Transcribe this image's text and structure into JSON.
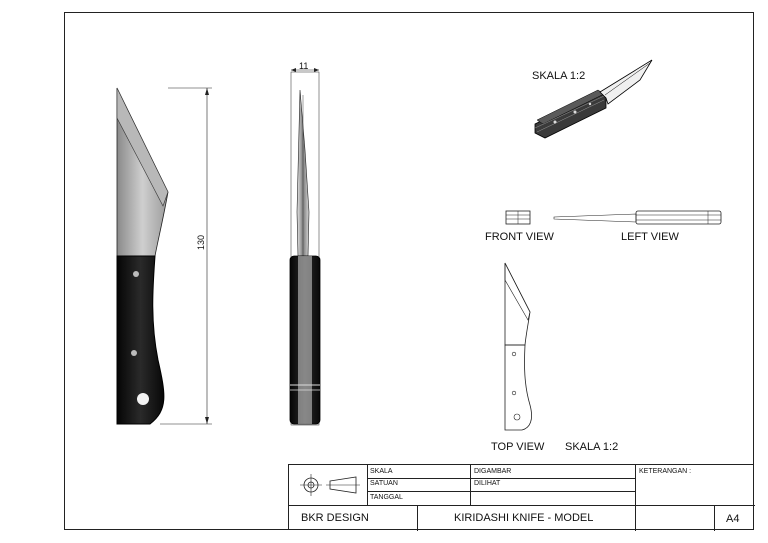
{
  "sheet": {
    "iso_scale_label": "SKALA 1:2",
    "front_view_label": "FRONT VIEW",
    "left_view_label": "LEFT VIEW",
    "top_view_label": "TOP VIEW",
    "top_scale_label": "SKALA 1:2",
    "dim_height": "130",
    "dim_thickness": "11"
  },
  "title_block": {
    "skala": "SKALA",
    "satuan": "SATUAN",
    "tanggal": "TANGGAL",
    "digambar": "DIGAMBAR",
    "dilihat": "DILIHAT",
    "keterangan": "KETERANGAN :",
    "company": "BKR DESIGN",
    "title": "KIRIDASHI KNIFE - MODEL",
    "paper_size": "A4"
  }
}
